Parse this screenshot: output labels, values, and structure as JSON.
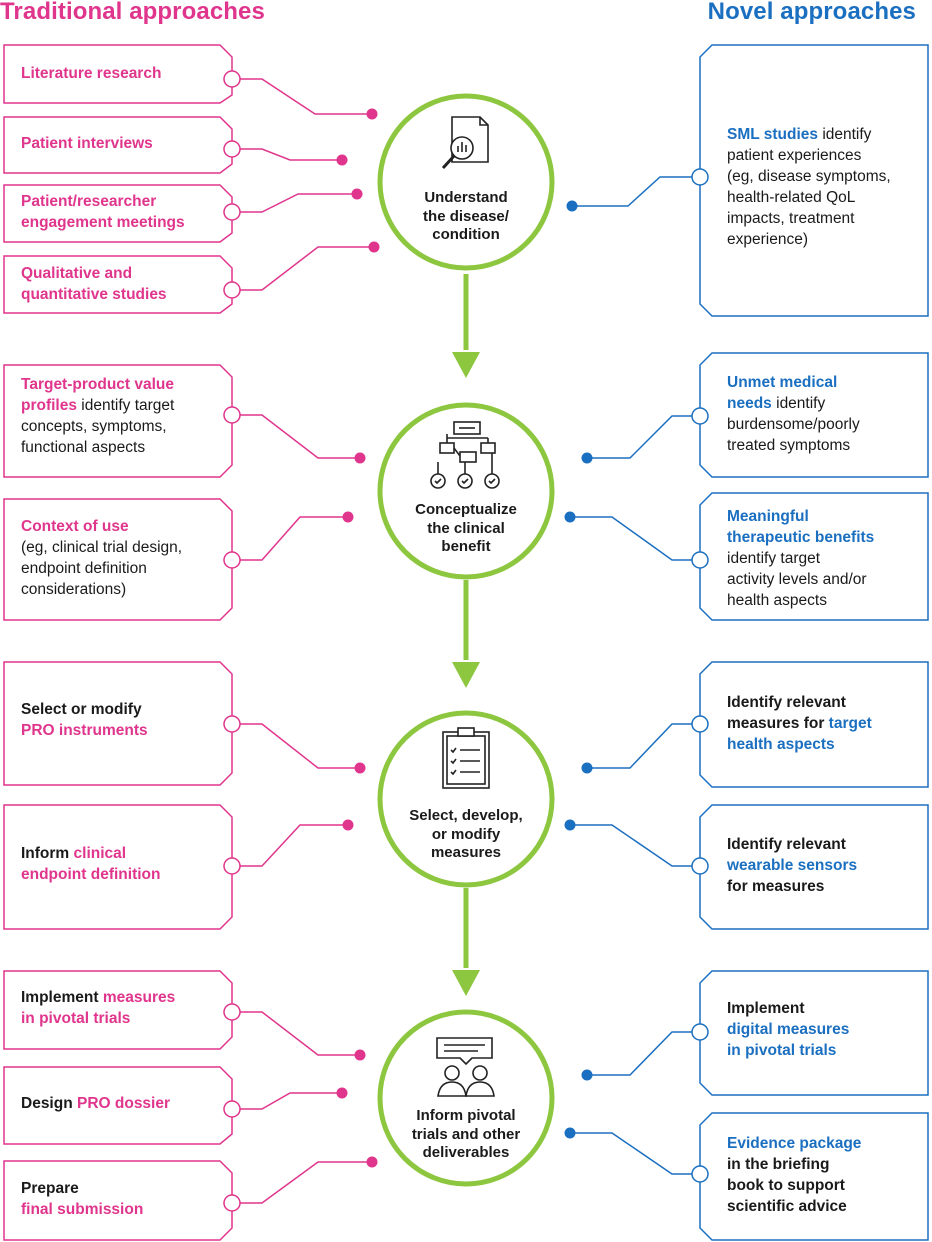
{
  "headers": {
    "left": "Traditional approaches",
    "right": "Novel approaches"
  },
  "colors": {
    "traditional": "#e0358c",
    "novel": "#1b6fc0",
    "center": "#8dc63f"
  },
  "stages": [
    {
      "line1": "Understand",
      "line2": "the disease/",
      "line3": "condition",
      "icon": "document-chart-magnifier-icon"
    },
    {
      "line1": "Conceptualize",
      "line2": "the clinical",
      "line3": "benefit",
      "icon": "flowchart-checklist-icon"
    },
    {
      "line1": "Select, develop,",
      "line2": "or modify",
      "line3": "measures",
      "icon": "clipboard-checklist-icon"
    },
    {
      "line1": "Inform pivotal",
      "line2": "trials and other",
      "line3": "deliverables",
      "icon": "people-discussion-icon"
    }
  ],
  "traditional": [
    {
      "a": "Literature research"
    },
    {
      "a": "Patient interviews"
    },
    {
      "a": "Patient/researcher",
      "b": "engagement meetings"
    },
    {
      "a": "Qualitative and",
      "b": "quantitative studies"
    },
    {
      "a": "Target-product value",
      "b1": "profiles",
      "b2": " identify target",
      "c": "concepts, symptoms,",
      "d": "functional aspects"
    },
    {
      "a": "Context of use",
      "b": "(eg, clinical trial design,",
      "c": "endpoint definition",
      "d": "considerations)"
    },
    {
      "a": "Select or modify",
      "b": "PRO instruments"
    },
    {
      "a1": "Inform ",
      "a2": "clinical",
      "b": "endpoint definition"
    },
    {
      "a1": "Implement ",
      "a2": "measures",
      "b": "in pivotal trials"
    },
    {
      "a1": "Design ",
      "a2": "PRO dossier"
    },
    {
      "a": "Prepare",
      "b": "final submission"
    }
  ],
  "novel": [
    {
      "a1": "SML studies",
      "a2": " identify",
      "b": "patient experiences",
      "c": "(eg, disease symptoms,",
      "d": "health-related QoL",
      "e": "impacts, treatment",
      "f": "experience)"
    },
    {
      "a": "Unmet medical",
      "b1": "needs",
      "b2": " identify",
      "c": "burdensome/poorly",
      "d": "treated symptoms"
    },
    {
      "a": "Meaningful",
      "b": "therapeutic benefits",
      "c": "identify target",
      "d": "activity levels and/or",
      "e": "health aspects"
    },
    {
      "a": "Identify relevant",
      "b1": "measures for ",
      "b2": "target",
      "c": "health aspects"
    },
    {
      "a": "Identify relevant",
      "b": "wearable sensors",
      "c": "for measures"
    },
    {
      "a": "Implement",
      "b": "digital measures",
      "c": "in pivotal trials"
    },
    {
      "a": "Evidence package",
      "b": "in the briefing",
      "c": "book to support",
      "d": "scientific advice"
    }
  ]
}
